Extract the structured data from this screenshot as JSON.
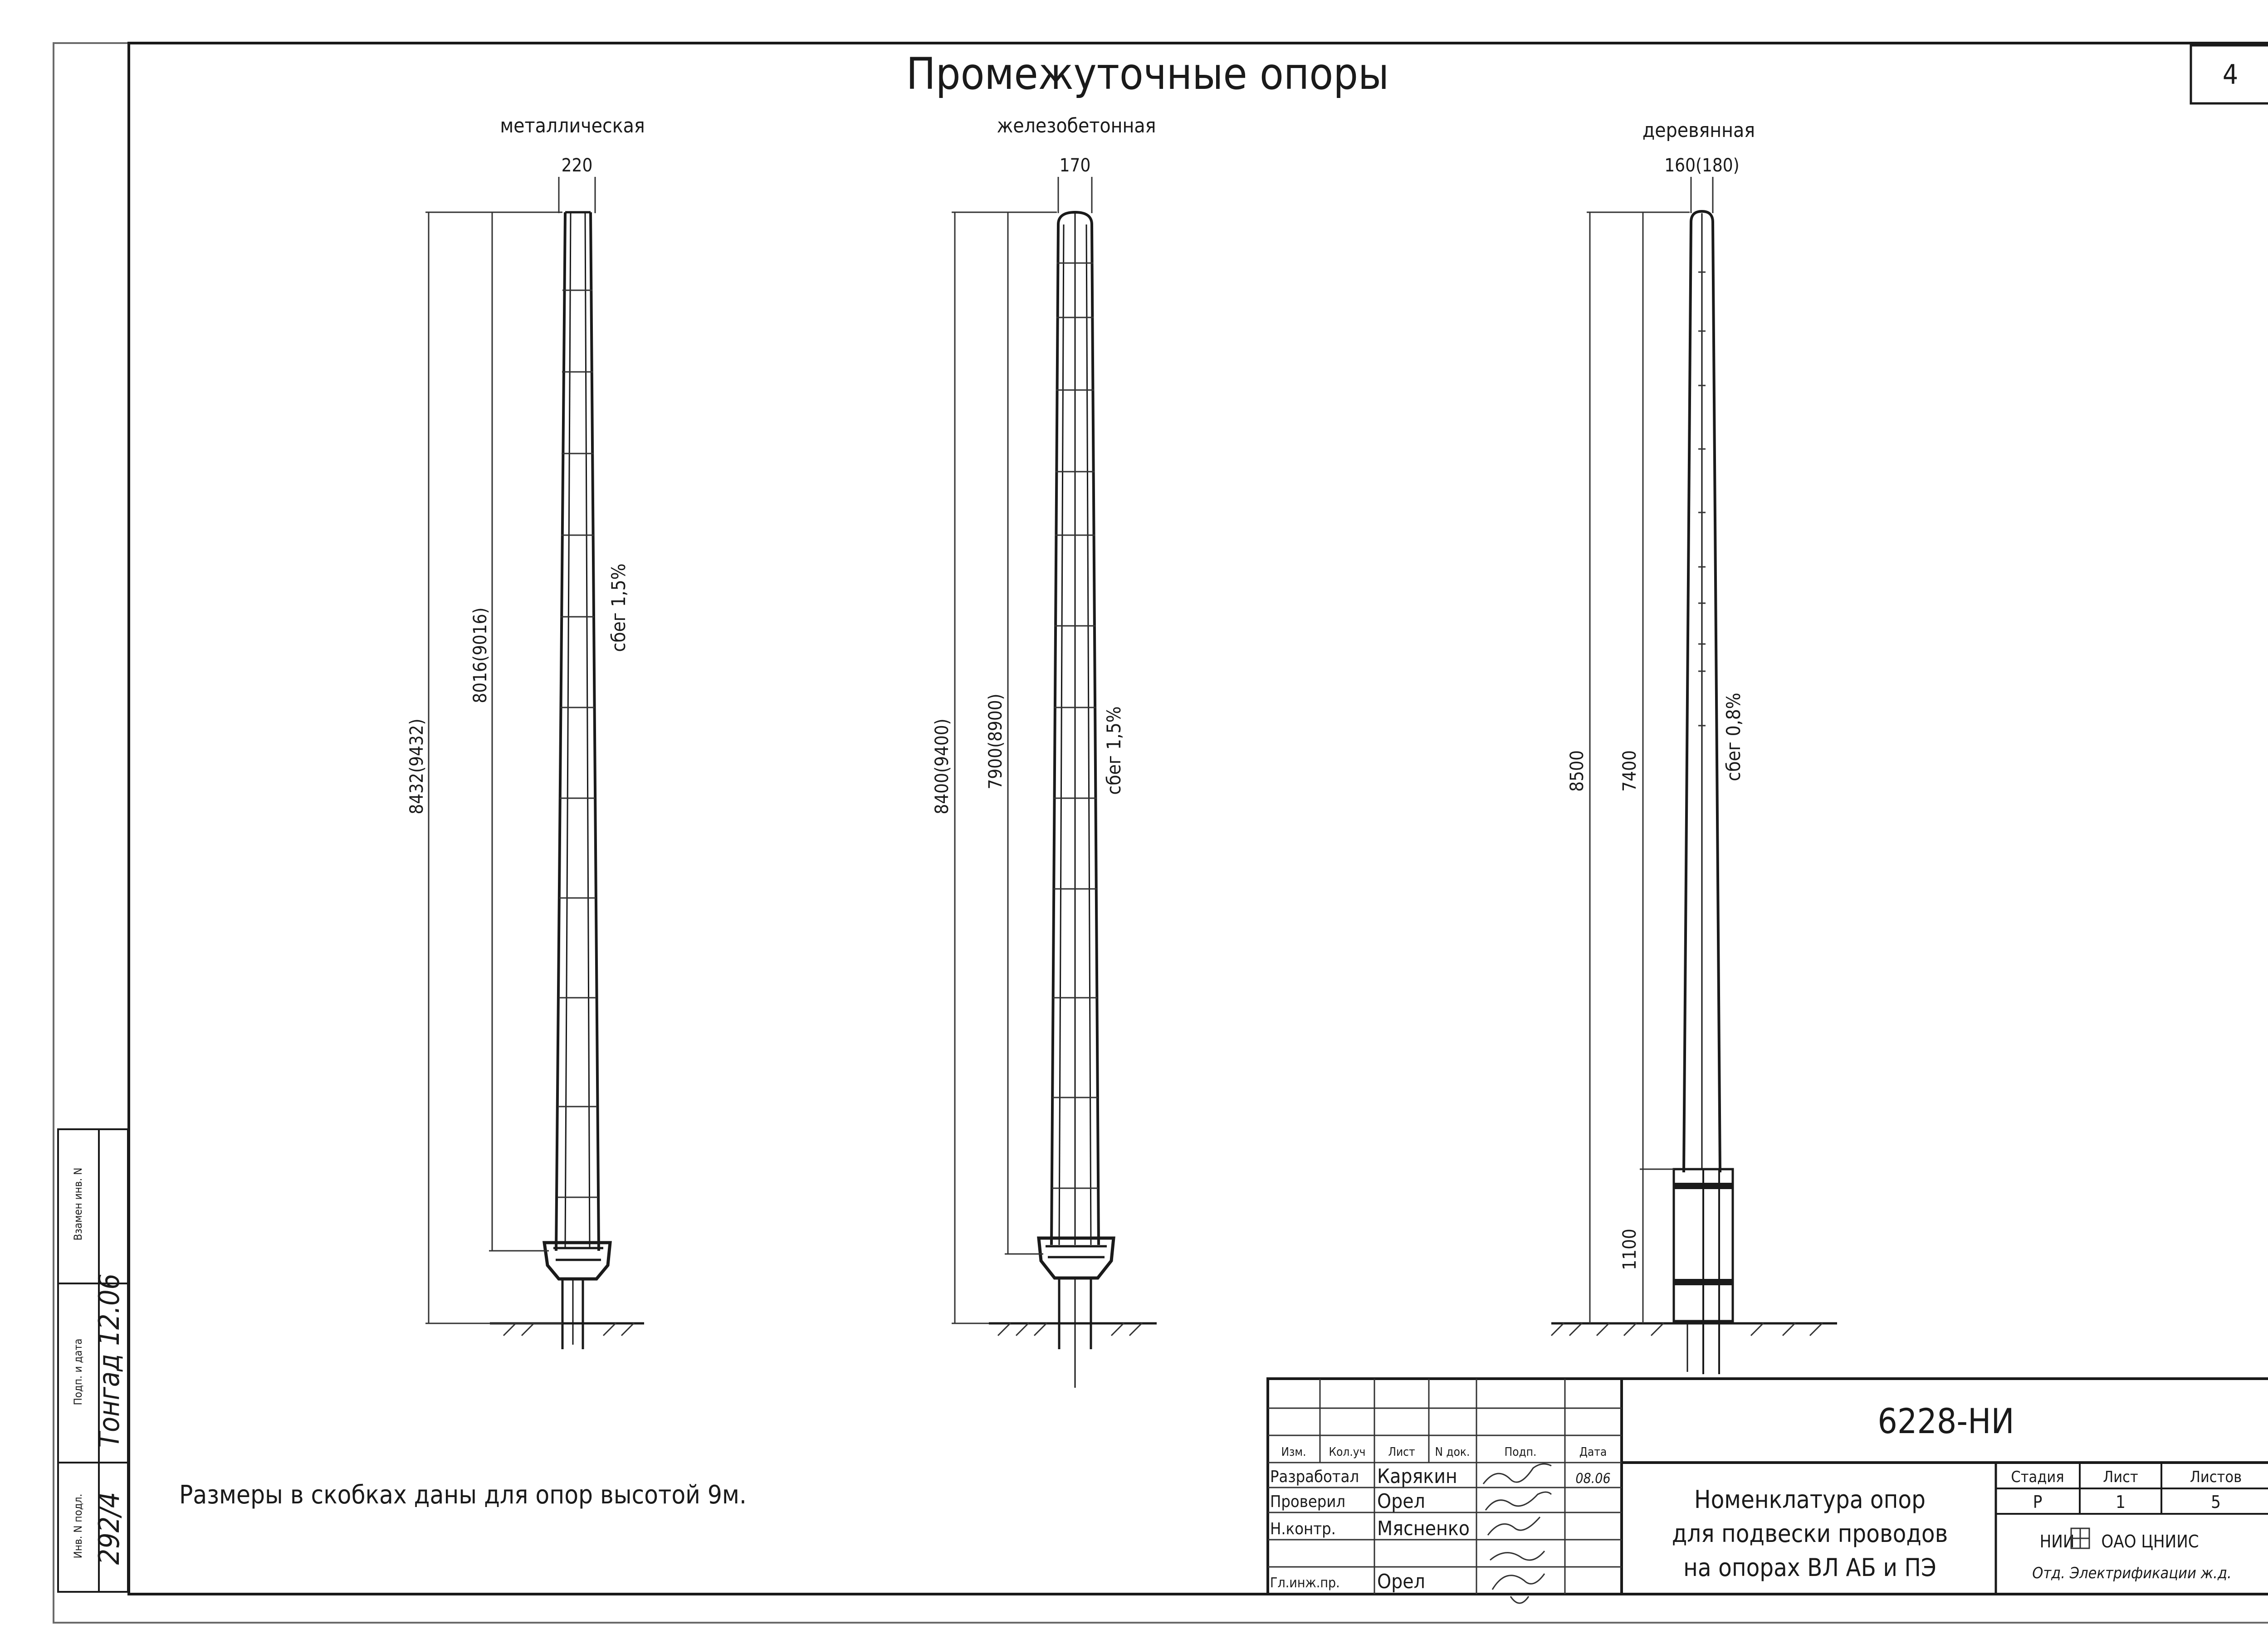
{
  "sheet": {
    "title": "Промежуточные опоры",
    "sheet_number": "4",
    "note": "Размеры в скобках даны для опор высотой 9м."
  },
  "poles": [
    {
      "label": "металлическая",
      "top_width": "220",
      "overall_height": "8432(9432)",
      "above_ground": "8016(9016)",
      "taper": "сбег 1,5%"
    },
    {
      "label": "железобетонная",
      "top_width": "170",
      "overall_height": "8400(9400)",
      "above_ground": "7900(8900)",
      "taper": "сбег 1,5%"
    },
    {
      "label": "деревянная",
      "top_width": "160(180)",
      "overall_height": "8500",
      "above_ground": "7400",
      "taper": "сбег 0,8%",
      "attachment": "1100"
    }
  ],
  "side_stamp": {
    "labels": [
      "Инв. N подл.",
      "Подп. и дата",
      "Взамен инв. N"
    ],
    "inventory_number": "292/4",
    "signature_date": "Тонгад 12.06"
  },
  "title_block": {
    "document_code": "6228-НИ",
    "header_cells": [
      "Изм.",
      "Кол.уч",
      "Лист",
      "N док.",
      "Подп.",
      "Дата"
    ],
    "rows": [
      {
        "role": "Разработал",
        "name": "Карякин",
        "date": "08.06"
      },
      {
        "role": "Проверил",
        "name": "Орел",
        "date": ""
      },
      {
        "role": "Н.контр.",
        "name": "Мясненко",
        "date": ""
      },
      {
        "role": "Гл.инж.пр.",
        "name": "Орел",
        "date": ""
      }
    ],
    "description": [
      "Номенклатура опор",
      "для подвески проводов",
      "на опорах ВЛ АБ и ПЭ"
    ],
    "stage_headers": [
      "Стадия",
      "Лист",
      "Листов"
    ],
    "stage_values": [
      "Р",
      "1",
      "5"
    ],
    "organization": [
      "НИИ",
      "ОАО ЦНИИС"
    ],
    "department": "Отд. Электрификации ж.д."
  }
}
